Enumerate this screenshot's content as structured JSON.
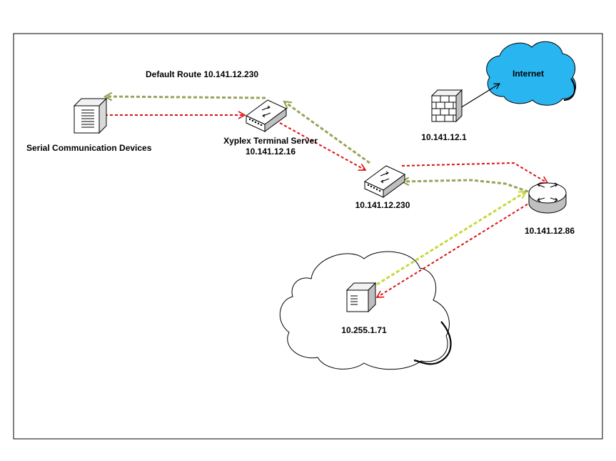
{
  "labels": {
    "default_route": "Default Route 10.141.12.230",
    "serial_devices": "Serial Communication Devices",
    "xyplex_name": "Xyplex Terminal Server",
    "xyplex_ip": "10.141.12.16",
    "switch_ip": "10.141.12.230",
    "router_ip": "10.141.12.86",
    "firewall_ip": "10.141.12.1",
    "internet": "Internet",
    "remote_server_ip": "10.255.1.71"
  },
  "colors": {
    "request_path": "#dd1111",
    "return_path": "#9aa35a",
    "remote_return_path": "#c8d83a",
    "internet_cloud": "#29b6f0",
    "frame": "#000000"
  },
  "icons": {
    "serial_devices": "server-tower-icon",
    "xyplex": "network-switch-icon",
    "switch": "network-switch-icon",
    "router": "router-icon",
    "firewall": "brick-firewall-icon",
    "internet": "cloud-icon",
    "remote_server": "server-box-icon",
    "remote_network": "cloud-icon"
  }
}
